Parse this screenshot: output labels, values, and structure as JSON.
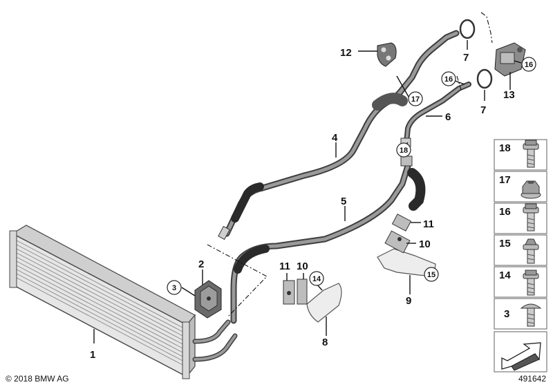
{
  "callouts": {
    "c1": "1",
    "c2": "2",
    "c3": "3",
    "c4": "4",
    "c5": "5",
    "c6": "6",
    "c7a": "7",
    "c7b": "7",
    "c8": "8",
    "c9": "9",
    "c10a": "10",
    "c10b": "10",
    "c11a": "11",
    "c11b": "11",
    "c12": "12",
    "c13": "13",
    "c14": "14",
    "c15": "15",
    "c16a": "16",
    "c16b": "16",
    "c17": "17",
    "c18": "18"
  },
  "fastener_panel": {
    "items": [
      {
        "label": "18",
        "icon": "hex-flange-bolt-icon"
      },
      {
        "label": "17",
        "icon": "hex-flange-nut-icon"
      },
      {
        "label": "16",
        "icon": "hex-flange-bolt-icon"
      },
      {
        "label": "15",
        "icon": "hex-flange-bolt-icon"
      },
      {
        "label": "14",
        "icon": "hex-flange-bolt-long-icon"
      },
      {
        "label": "3",
        "icon": "torx-button-head-bolt-icon"
      }
    ],
    "footer_icon": "view-direction-arrow-icon"
  },
  "footer": {
    "copyright": "© 2018 BMW AG",
    "diagram_number": "491642"
  },
  "colors": {
    "line": "#111111",
    "part_dark": "#3d3d3d",
    "part_light": "#9a9a9a"
  }
}
